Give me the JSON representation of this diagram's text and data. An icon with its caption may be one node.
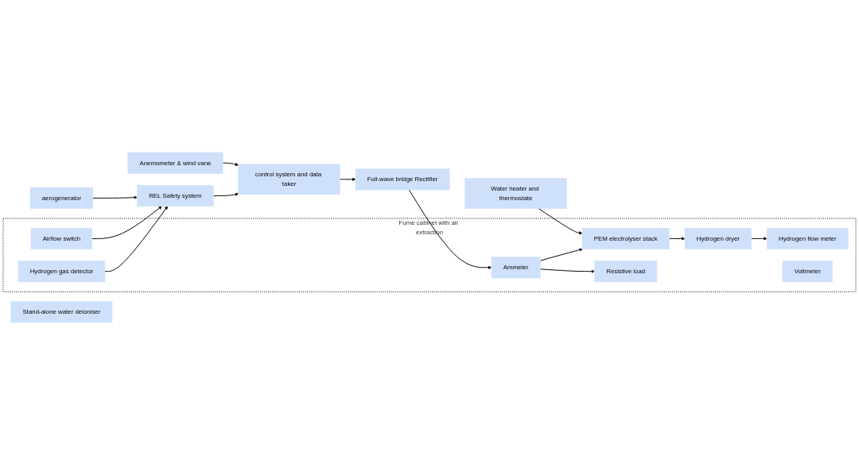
{
  "diagram": {
    "nodes": [
      {
        "text": [
          "aerogenerator"
        ]
      },
      {
        "text": [
          "REL Safety system"
        ]
      },
      {
        "text": [
          "control system and data taker"
        ]
      },
      {
        "text": [
          "Full-wave bridge Rectifier"
        ]
      },
      {
        "text": [
          "Fume cabinet with air extraction"
        ]
      },
      {
        "text": [
          "Hydrogen gas detector"
        ],
        "in": 4
      },
      {
        "text": [
          "Hydrogen flow meter"
        ],
        "in": 4
      },
      {
        "text": [
          "Airflow switch"
        ],
        "in": 4
      },
      {
        "text": [
          "Hydrogen dryer"
        ],
        "in": 4
      },
      {
        "text": [
          "Ammeter"
        ],
        "in": 4
      },
      {
        "text": [
          "PEM electrolyser stack"
        ],
        "in": 4
      },
      {
        "text": [
          "Voltmeter"
        ],
        "in": 4
      },
      {
        "text": [
          "Resistive load"
        ],
        "in": 4
      },
      {
        "text": [
          "Anemometer & wind vane"
        ]
      },
      {
        "text": [
          "Stand-alone water deioniser"
        ]
      },
      {
        "text": [
          "Water heater and thermostate"
        ]
      }
    ],
    "edges": [
      {
        "from": 0,
        "to": 1,
        "arrow": "to"
      },
      {
        "from": 5,
        "to": 1,
        "arrow": "to"
      },
      {
        "from": 7,
        "to": 1,
        "arrow": "to"
      },
      {
        "from": 1,
        "to": 2,
        "arrow": "to"
      },
      {
        "from": 2,
        "to": 3,
        "arrow": "to"
      },
      {
        "from": 3,
        "to": 9,
        "arrow": "to"
      },
      {
        "from": 9,
        "to": 10,
        "arrow": "to"
      },
      {
        "from": 9,
        "to": 12,
        "arrow": "to"
      },
      {
        "from": 10,
        "to": 8,
        "arrow": "to"
      },
      {
        "from": 8,
        "to": 6,
        "arrow": "to"
      },
      {
        "from": 15,
        "to": 10,
        "arrow": "to"
      },
      {
        "from": 13,
        "to": 2,
        "arrow": "to"
      }
    ]
  }
}
